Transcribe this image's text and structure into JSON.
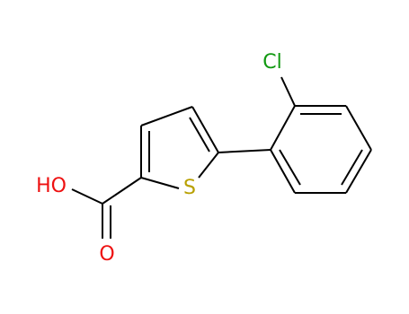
{
  "structure": {
    "atoms": [
      {
        "id": "S",
        "label": "S",
        "color": "#b8a000"
      },
      {
        "id": "Cl",
        "label": "Cl",
        "color": "#119911"
      },
      {
        "id": "OH",
        "label": "HO",
        "color": "#ee1111"
      },
      {
        "id": "O",
        "label": "O",
        "color": "#ee1111"
      }
    ],
    "bond_color": "#000000",
    "bonds": [
      {
        "name": "bond-c2-c3"
      },
      {
        "name": "bond-c2-c3-inner"
      },
      {
        "name": "bond-c3-c4"
      },
      {
        "name": "bond-c4-c5"
      },
      {
        "name": "bond-c4-c5-inner"
      },
      {
        "name": "bond-c5-s"
      },
      {
        "name": "bond-s-c2"
      },
      {
        "name": "bond-c2-carboxyl"
      },
      {
        "name": "bond-carboxyl-oh"
      },
      {
        "name": "bond-carbonyl-outer"
      },
      {
        "name": "bond-carbonyl-inner"
      },
      {
        "name": "bond-c5-phenyl"
      },
      {
        "name": "bond-ph1-ph2"
      },
      {
        "name": "bond-ph2-ph3"
      },
      {
        "name": "bond-ph2-ph3-inner"
      },
      {
        "name": "bond-ph3-ph4"
      },
      {
        "name": "bond-ph4-ph5"
      },
      {
        "name": "bond-ph4-ph5-inner"
      },
      {
        "name": "bond-ph5-ph6"
      },
      {
        "name": "bond-ph6-ph1"
      },
      {
        "name": "bond-ph6-ph1-inner"
      },
      {
        "name": "bond-ph2-cl"
      }
    ]
  }
}
